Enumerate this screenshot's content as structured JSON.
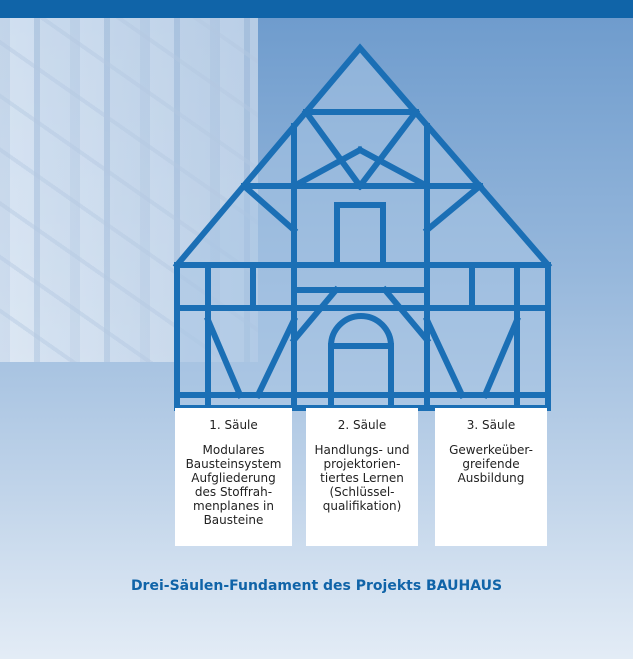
{
  "pillars": [
    {
      "title": "1. Säule",
      "lines": [
        "Modulares",
        "Bausteinsystem",
        "Aufgliederung",
        "des Stoffrah-",
        "menplanes in",
        "Bausteine"
      ]
    },
    {
      "title": "2. Säule",
      "lines": [
        "Handlungs- und",
        "projektorien-",
        "tiertes Lernen",
        "(Schlüssel-",
        "qualifikation)"
      ]
    },
    {
      "title": "3. Säule",
      "lines": [
        "Gewerkeüber-",
        "greifende",
        "Ausbildung"
      ]
    }
  ],
  "caption": "Drei-Säulen-Fundament des Projekts BAUHAUS",
  "colors": {
    "accent": "#1064a8",
    "frame": "#1b6fb5",
    "house_fill": "#a8c4e4",
    "pillar_bg": "#ffffff"
  }
}
